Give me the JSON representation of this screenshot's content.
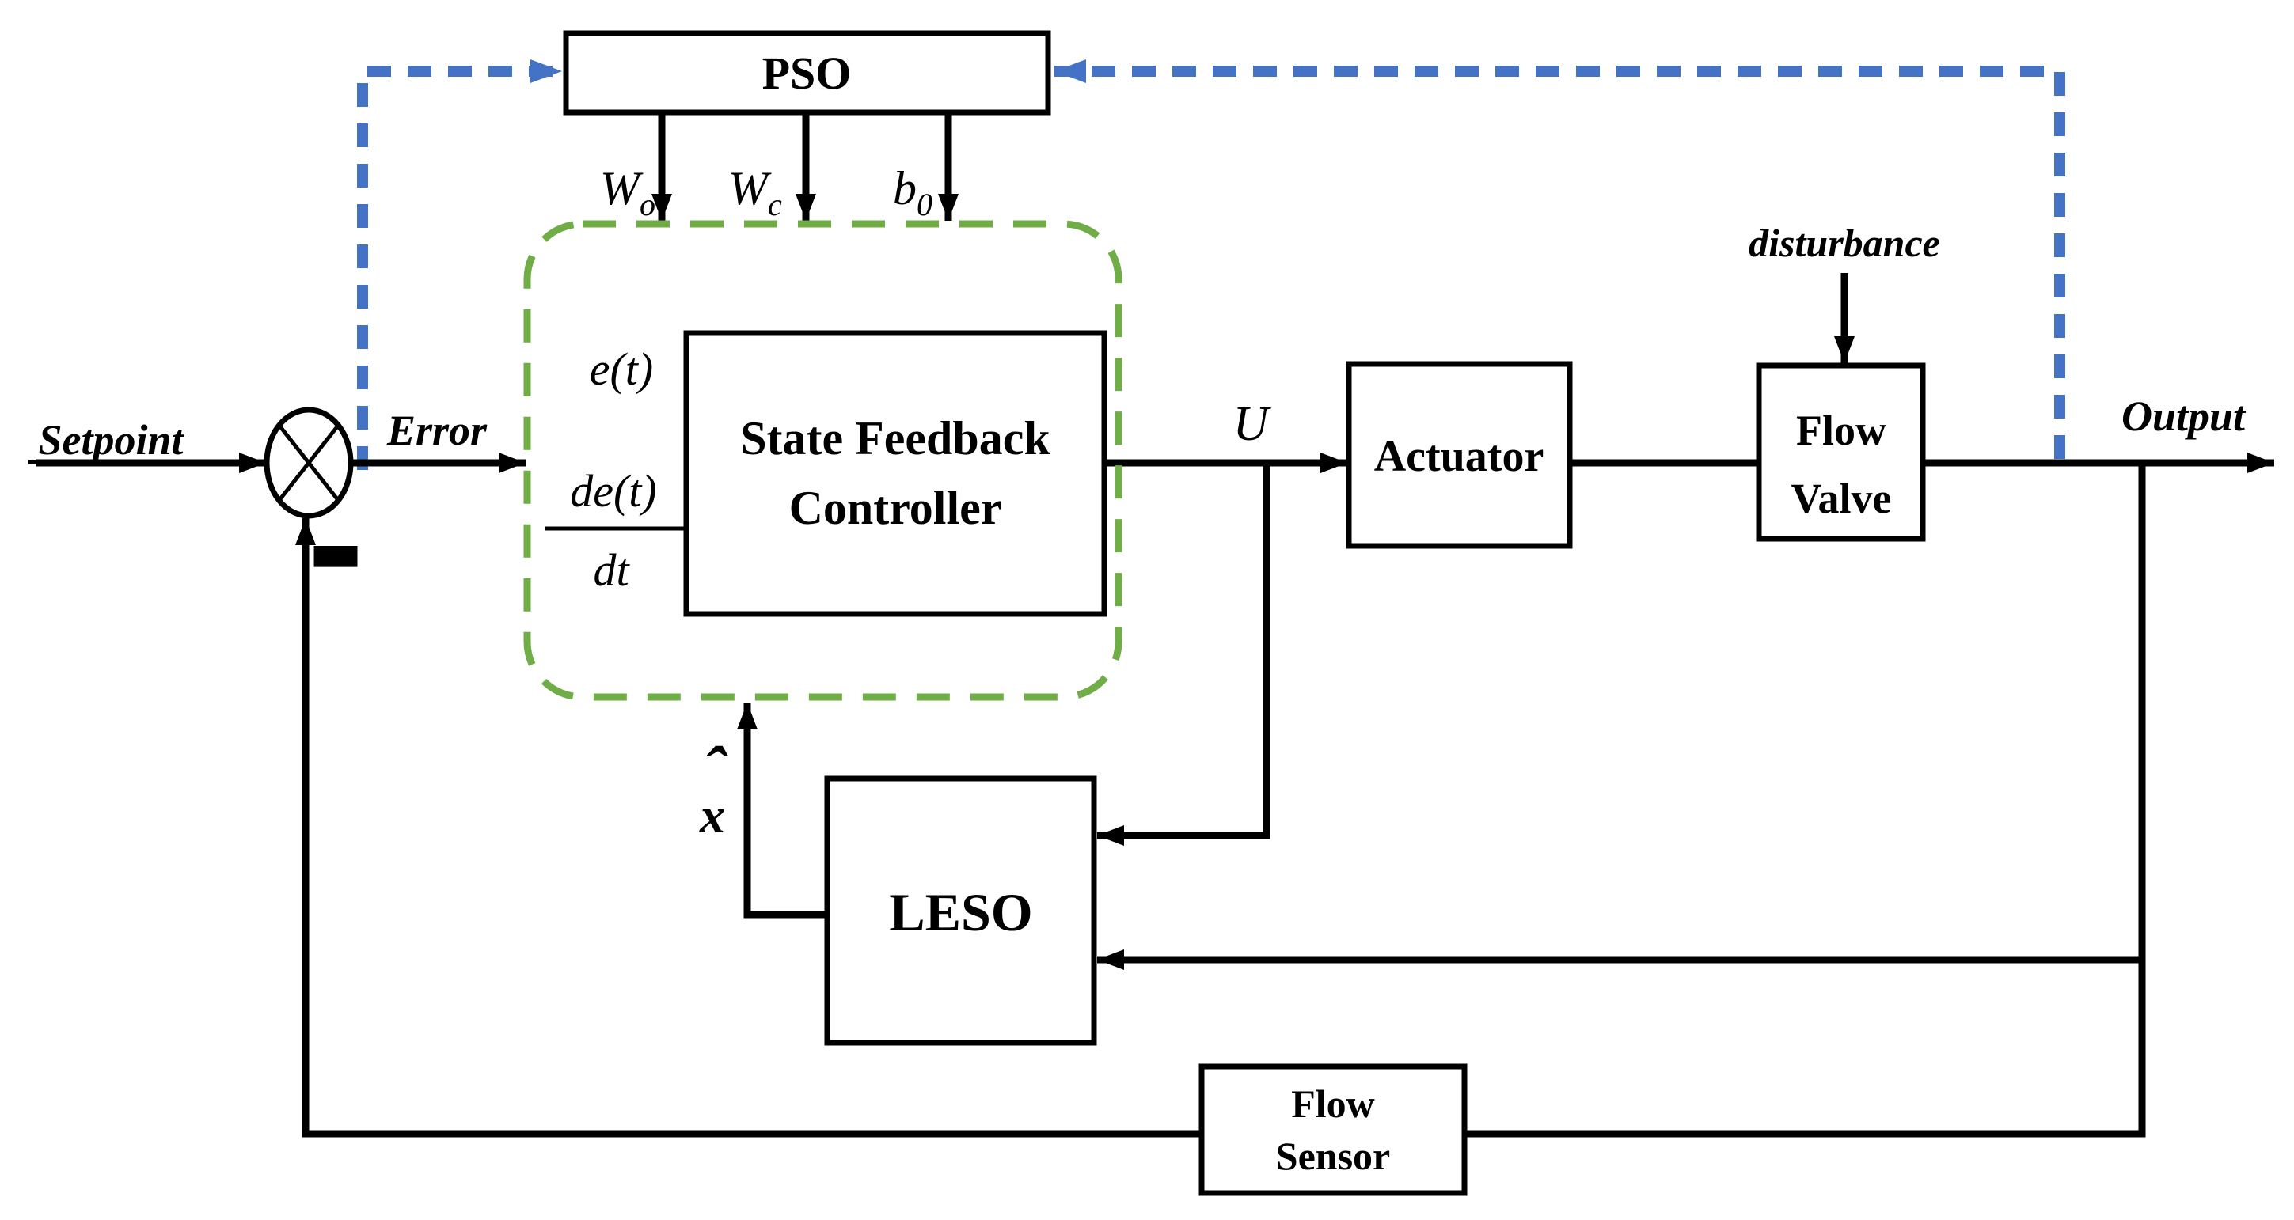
{
  "figure": {
    "type": "control-system-block-diagram",
    "background": "#ffffff"
  },
  "colors": {
    "wire_black": "#000000",
    "pso_tuning_dashed_blue": "#4472C4",
    "controller_group_dashed_green": "#70AD47"
  },
  "blocks": {
    "pso": {
      "label": "PSO"
    },
    "state_feedback_controller": {
      "label_line1": "State Feedback",
      "label_line2": "Controller"
    },
    "actuator": {
      "label": "Actuator"
    },
    "flow_valve": {
      "label_line1": "Flow",
      "label_line2": "Valve"
    },
    "leso": {
      "label": "LESO"
    },
    "flow_sensor": {
      "label_line1": "Flow",
      "label_line2": "Sensor"
    }
  },
  "signals": {
    "setpoint": "Setpoint",
    "error": "Error",
    "minus_sign": "▬",
    "control_signal": "U",
    "output": "Output",
    "disturbance": "disturbance",
    "error_input": "e(t)",
    "error_derivative_numerator": "de(t)",
    "error_derivative_denominator": "dt",
    "state_estimate_base": "x",
    "state_estimate_hat": "ˆ",
    "pso_outputs": [
      {
        "base": "W",
        "sub": "o"
      },
      {
        "base": "W",
        "sub": "c"
      },
      {
        "base": "b",
        "sub": "0"
      }
    ]
  }
}
